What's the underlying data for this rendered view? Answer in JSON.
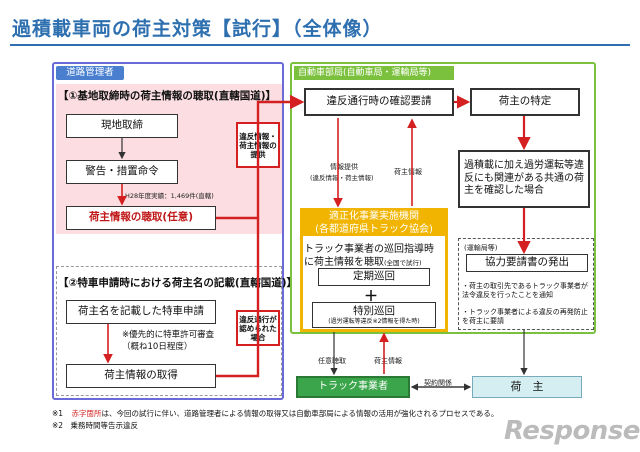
{
  "title": "過積載車両の荷主対策【試行】（全体像）",
  "road_admin": {
    "label": "道路管理者",
    "sec1": "【①基地取締時の荷主情報の聴取(直轄国道)】",
    "box_onsite": "現地取締",
    "box_warning": "警告・措置命令",
    "note_h28": "H28年度実績：1,469件(直轄)",
    "box_hearing": "荷主情報の聴取(任意)",
    "sec2": "【②特車申請時における荷主名の記載(直轄国道)】",
    "box_apply": "荷主名を記載した特車申請",
    "note_priority": "※優先的に特車許可審査",
    "note_days": "（概ね10日程度）",
    "box_obtain": "荷主情報の取得"
  },
  "redbox_top": "違反情報・荷主情報の提供",
  "redbox_mid": "違反通行が認められた場合",
  "transport_bureau": {
    "label": "自動車部局(自動車局・運輸局等)",
    "box_confirm": "違反通行時の確認要請",
    "box_identify": "荷主の特定",
    "box_overwork": "過積載に加え過労運転等違反にも関連がある共通の荷主を確認した場合",
    "info_provide": "情報提供",
    "info_provide_sub": "(違反情報・荷主情報)",
    "info_shipper": "荷主情報",
    "req_label": "(運輸局等)",
    "box_request": "協力要請書の発出",
    "bullet1": "・荷主の取引先であるトラック事業者が法令違反を行ったことを通知",
    "bullet2": "・トラック事業者による違反の再発防止を荷主に要請"
  },
  "agency": {
    "title1": "適正化事業実施機関",
    "title2": "(各都道府県トラック協会)",
    "desc1": "トラック事業者の巡回指導時",
    "desc2": "に荷主情報を聴取",
    "desc2_small": "(全国で試行)",
    "box_regular": "定期巡回",
    "plus": "＋",
    "box_special": "特別巡回",
    "special_sub": "(過労運転等違反※2情報を得た時)"
  },
  "bottom": {
    "hearing": "任意聴取",
    "shipper_info": "荷主情報",
    "trucker": "トラック事業者",
    "contract": "契約関係",
    "shipper": "荷　主"
  },
  "footnotes": {
    "f1_mark": "※1",
    "f1_red": "赤字箇所",
    "f1_rest": "は、今回の試行に伴い、道路管理者による情報の取得又は自動車部局による情報の活用が強化されるプロセスである。",
    "f2": "※2　乗務時間等告示違反"
  },
  "logo": "Response.",
  "colors": {
    "title_blue": "#2e6fb0",
    "violet": "#6a6ad8",
    "green": "#7cc13e",
    "red": "#d42020",
    "yellow": "#f1b400",
    "pink": "#fbdde2"
  }
}
